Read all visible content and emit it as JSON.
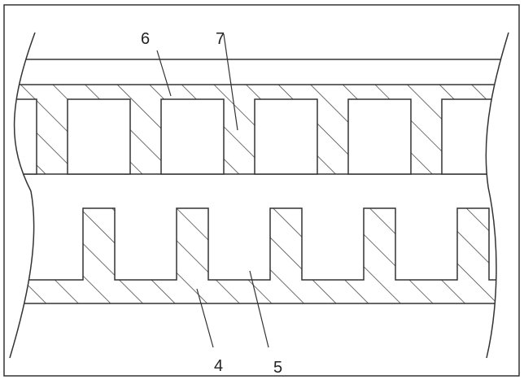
{
  "figure": {
    "labels": {
      "ref_4": "4",
      "ref_5": "5",
      "ref_6": "6",
      "ref_7": "7"
    },
    "colors": {
      "line": "#333333",
      "background": "#ffffff"
    }
  }
}
